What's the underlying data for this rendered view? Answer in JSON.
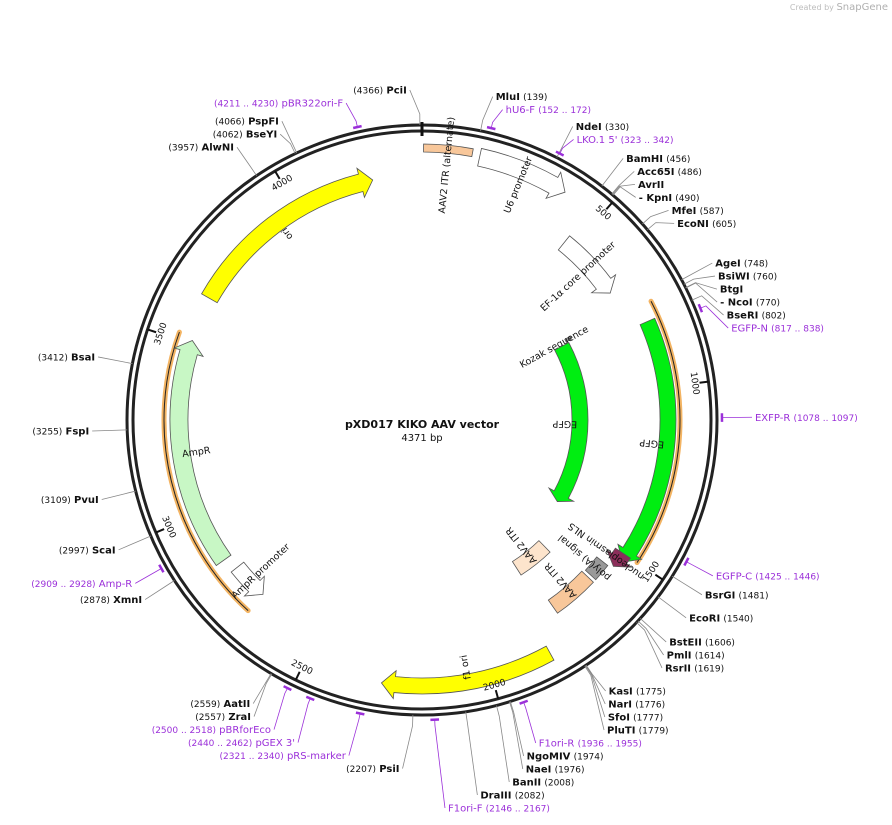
{
  "credit": {
    "prefix": "Created by",
    "brand": "SnapGene"
  },
  "plasmid": {
    "name": "pXD017 KIKO AAV vector",
    "length_label": "4371 bp",
    "total_bp": 4371
  },
  "colors": {
    "backbone": "#222222",
    "enzyme_text": "#111111",
    "primer": "#9b30d9",
    "tick_line": "#888888",
    "orf_highlight": "#f3b463"
  },
  "ticks": [
    {
      "bp": 500,
      "label": "500"
    },
    {
      "bp": 1000,
      "label": "1000"
    },
    {
      "bp": 1500,
      "label": "1500"
    },
    {
      "bp": 2000,
      "label": "2000"
    },
    {
      "bp": 2500,
      "label": "2500"
    },
    {
      "bp": 3000,
      "label": "3000"
    },
    {
      "bp": 3500,
      "label": "3500"
    },
    {
      "bp": 4000,
      "label": "4000"
    }
  ],
  "sites": [
    {
      "name": "PciI",
      "pos": "(4366)",
      "bp": 4366,
      "side": "L"
    },
    {
      "name": "MluI",
      "pos": "(139)",
      "bp": 139,
      "side": "R"
    },
    {
      "name": "NdeI",
      "pos": "(330)",
      "bp": 330,
      "side": "R"
    },
    {
      "name": "BamHI",
      "pos": "(456)",
      "bp": 456,
      "side": "R"
    },
    {
      "name": "Acc65I",
      "pos": "(486)",
      "bp": 486,
      "side": "R"
    },
    {
      "name": "AvrII",
      "pos": "",
      "bp": 488,
      "side": "R"
    },
    {
      "name": "- KpnI",
      "pos": "(490)",
      "bp": 490,
      "side": "R"
    },
    {
      "name": "MfeI",
      "pos": "(587)",
      "bp": 587,
      "side": "R"
    },
    {
      "name": "EcoNI",
      "pos": "(605)",
      "bp": 605,
      "side": "R"
    },
    {
      "name": "AgeI",
      "pos": "(748)",
      "bp": 748,
      "side": "R"
    },
    {
      "name": "BsiWI",
      "pos": "(760)",
      "bp": 760,
      "side": "R"
    },
    {
      "name": "BtgI",
      "pos": "",
      "bp": 769,
      "side": "R"
    },
    {
      "name": "- NcoI",
      "pos": "(770)",
      "bp": 770,
      "side": "R"
    },
    {
      "name": "BseRI",
      "pos": "(802)",
      "bp": 802,
      "side": "R"
    },
    {
      "name": "BsrGI",
      "pos": "(1481)",
      "bp": 1481,
      "side": "R"
    },
    {
      "name": "EcoRI",
      "pos": "(1540)",
      "bp": 1540,
      "side": "R"
    },
    {
      "name": "BstEII",
      "pos": "(1606)",
      "bp": 1606,
      "side": "R"
    },
    {
      "name": "PmlI",
      "pos": "(1614)",
      "bp": 1614,
      "side": "R"
    },
    {
      "name": "RsrII",
      "pos": "(1619)",
      "bp": 1619,
      "side": "R"
    },
    {
      "name": "KasI",
      "pos": "(1775)",
      "bp": 1775,
      "side": "R"
    },
    {
      "name": "NarI",
      "pos": "(1776)",
      "bp": 1776,
      "side": "R"
    },
    {
      "name": "SfoI",
      "pos": "(1777)",
      "bp": 1777,
      "side": "R"
    },
    {
      "name": "PluTI",
      "pos": "(1779)",
      "bp": 1779,
      "side": "R"
    },
    {
      "name": "NgoMIV",
      "pos": "(1974)",
      "bp": 1974,
      "side": "R"
    },
    {
      "name": "NaeI",
      "pos": "(1976)",
      "bp": 1976,
      "side": "R"
    },
    {
      "name": "BanII",
      "pos": "(2008)",
      "bp": 2008,
      "side": "R"
    },
    {
      "name": "DraIII",
      "pos": "(2082)",
      "bp": 2082,
      "side": "R"
    },
    {
      "name": "PsiI",
      "pos": "(2207)",
      "bp": 2207,
      "side": "L"
    },
    {
      "name": "AatII",
      "pos": "(2559)",
      "bp": 2559,
      "side": "L"
    },
    {
      "name": "ZraI",
      "pos": "(2557)",
      "bp": 2557,
      "side": "L"
    },
    {
      "name": "XmnI",
      "pos": "(2878)",
      "bp": 2878,
      "side": "L"
    },
    {
      "name": "ScaI",
      "pos": "(2997)",
      "bp": 2997,
      "side": "L"
    },
    {
      "name": "PvuI",
      "pos": "(3109)",
      "bp": 3109,
      "side": "L"
    },
    {
      "name": "FspI",
      "pos": "(3255)",
      "bp": 3255,
      "side": "L"
    },
    {
      "name": "BsaI",
      "pos": "(3412)",
      "bp": 3412,
      "side": "L"
    },
    {
      "name": "AlwNI",
      "pos": "(3957)",
      "bp": 3957,
      "side": "L"
    },
    {
      "name": "BseYI",
      "pos": "(4062)",
      "bp": 4062,
      "side": "L"
    },
    {
      "name": "PspFI",
      "pos": "(4066)",
      "bp": 4066,
      "side": "L"
    }
  ],
  "primers": [
    {
      "name": "pBR322ori-F",
      "range": "(4211 .. 4230)",
      "bp": 4220,
      "side": "L"
    },
    {
      "name": "hU6-F",
      "range": "(152 .. 172)",
      "bp": 162,
      "side": "R"
    },
    {
      "name": "LKO.1 5'",
      "range": "(323 .. 342)",
      "bp": 332,
      "side": "R"
    },
    {
      "name": "EGFP-N",
      "range": "(817 .. 838)",
      "bp": 827,
      "side": "R"
    },
    {
      "name": "EXFP-R",
      "range": "(1078 .. 1097)",
      "bp": 1087,
      "side": "R"
    },
    {
      "name": "EGFP-C",
      "range": "(1425 .. 1446)",
      "bp": 1435,
      "side": "R"
    },
    {
      "name": "F1ori-R",
      "range": "(1936 .. 1955)",
      "bp": 1945,
      "side": "R"
    },
    {
      "name": "F1ori-F",
      "range": "(2146 .. 2167)",
      "bp": 2156,
      "side": "L"
    },
    {
      "name": "pRS-marker",
      "range": "(2321 .. 2340)",
      "bp": 2330,
      "side": "L"
    },
    {
      "name": "pGEX 3'",
      "range": "(2440 .. 2462)",
      "bp": 2451,
      "side": "L"
    },
    {
      "name": "pBRforEco",
      "range": "(2500 .. 2518)",
      "bp": 2509,
      "side": "L"
    },
    {
      "name": "Amp-R",
      "range": "(2909 .. 2928)",
      "bp": 2918,
      "side": "L"
    }
  ],
  "features": [
    {
      "label": "AAV2 ITR (alternate)",
      "kind": "box",
      "start": 4,
      "end": 130,
      "color": "#f8c79a"
    },
    {
      "label": "U6 promoter",
      "kind": "arrow",
      "start": 150,
      "end": 390,
      "color": "#ffffff"
    },
    {
      "label": "EF-1α core promoter",
      "kind": "arrow",
      "start": 470,
      "end": 680,
      "color": "#ffffff"
    },
    {
      "label": "Kozak sequence",
      "kind": "box",
      "start": 735,
      "end": 748,
      "color": "#999999"
    },
    {
      "label": "EGFP",
      "kind": "arrow",
      "start": 755,
      "end": 1470,
      "color": "#00ee11"
    },
    {
      "label": "EGFP",
      "kind": "arrow",
      "start": 806,
      "end": 1521,
      "color": "#00ee11"
    },
    {
      "label": "nucleoplasmin NLS",
      "kind": "arrow",
      "start": 1500,
      "end": 1547,
      "color": "#8b2e5a"
    },
    {
      "label": "poly(A) signal",
      "kind": "box",
      "start": 1555,
      "end": 1610,
      "color": "#999999"
    },
    {
      "label": "AAV2 ITR",
      "kind": "box",
      "start": 1620,
      "end": 1760,
      "color": "#f8c79a"
    },
    {
      "label": "AAV2 ITR",
      "kind": "box",
      "start": 1650,
      "end": 1790,
      "color": "#fde4cc"
    },
    {
      "label": "f1 ori",
      "kind": "arrow",
      "start": 1836,
      "end": 2292,
      "color": "#ffff00"
    },
    {
      "label": "AmpR promoter",
      "kind": "arrow",
      "start": 2810,
      "end": 2700,
      "color": "#ffffff"
    },
    {
      "label": "AmpR",
      "kind": "arrow",
      "start": 2850,
      "end": 3510,
      "color": "#c8f7c5"
    },
    {
      "label": "ori",
      "kind": "arrow",
      "start": 3640,
      "end": 4230,
      "color": "#ffff00"
    }
  ],
  "orf_highlights": [
    {
      "start": 760,
      "end": 1500
    },
    {
      "start": 2700,
      "end": 3520
    }
  ]
}
